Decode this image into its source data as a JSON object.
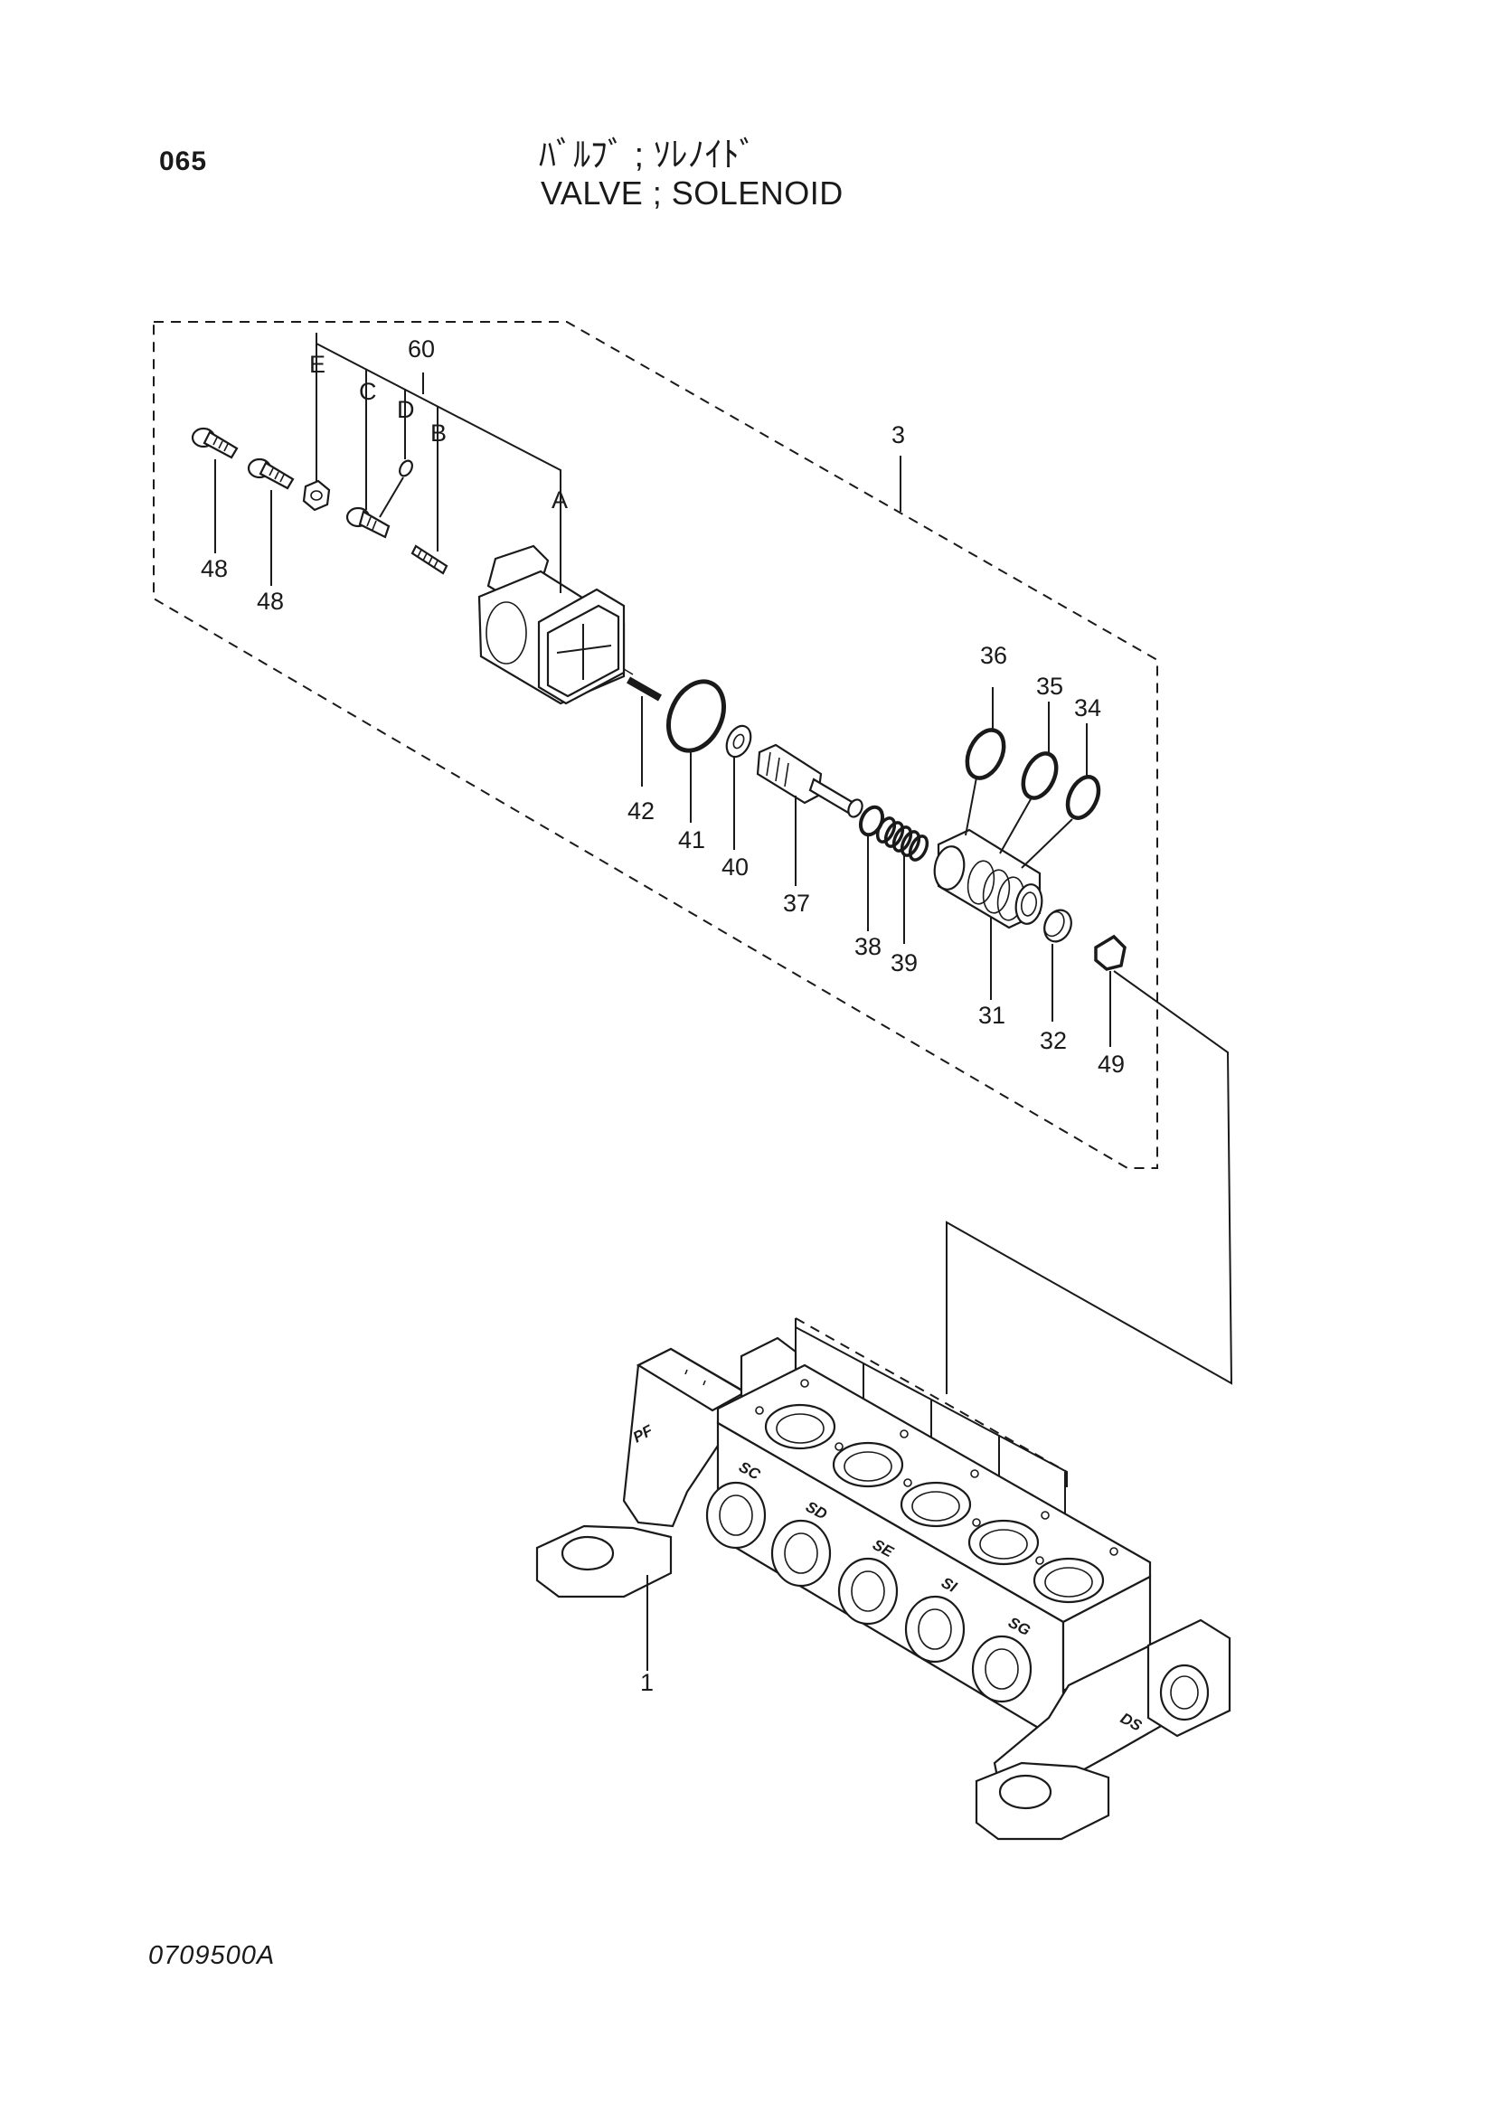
{
  "header": {
    "page_number": "065",
    "title_jp": "ﾊﾞﾙﾌﾞ ; ｿﾚﾉｲﾄﾞ",
    "title_en": "VALVE ; SOLENOID"
  },
  "footer": {
    "drawing_code": "0709500A"
  },
  "callouts": {
    "p1": "1",
    "p3": "3",
    "p31": "31",
    "p32": "32",
    "p34": "34",
    "p35": "35",
    "p36": "36",
    "p37": "37",
    "p38": "38",
    "p39": "39",
    "p40": "40",
    "p41": "41",
    "p42": "42",
    "p48a": "48",
    "p48b": "48",
    "p49": "49",
    "p60": "60",
    "subA": "A",
    "subB": "B",
    "subC": "C",
    "subD": "D",
    "subE": "E"
  },
  "port_markings": {
    "pf": "PF",
    "sc": "SC",
    "sd": "SD",
    "se": "SE",
    "si": "SI",
    "sg": "SG",
    "ds": "DS"
  }
}
